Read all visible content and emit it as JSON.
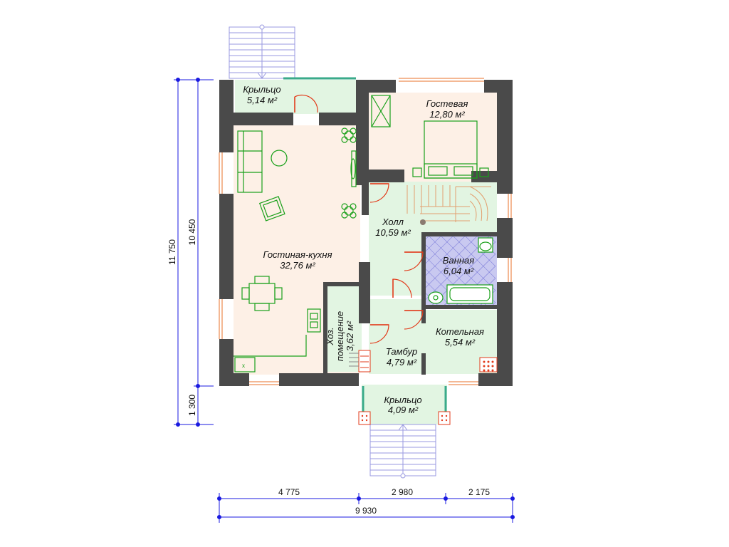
{
  "colors": {
    "wall": "#4a4a4a",
    "floor_main": "#fdf0e6",
    "floor_green": "#e2f5e2",
    "floor_bath": "#c9c9f0",
    "furniture": "#1aa01a",
    "door": "#e23a1a",
    "dimension": "#1a1ae0",
    "stairs": "#9a9ae0",
    "window": "#f0b080"
  },
  "rooms": [
    {
      "name": "Крыльцо",
      "area": "5,14 м²"
    },
    {
      "name": "Гостевая",
      "area": "12,80 м²"
    },
    {
      "name": "Холл",
      "area": "10,59 м²"
    },
    {
      "name": "Гостиная-кухня",
      "area": "32,76 м²"
    },
    {
      "name": "Ванная",
      "area": "6,04 м²"
    },
    {
      "name": "Хоз.",
      "name2": "помещение",
      "area": "3,62 м²"
    },
    {
      "name": "Котельная",
      "area": "5,54 м²"
    },
    {
      "name": "Тамбур",
      "area": "4,79 м²"
    },
    {
      "name": "Крыльцо",
      "area": "4,09 м²"
    }
  ],
  "dimensions": {
    "total_height": "11 750",
    "inner_height": "10 450",
    "porch_height": "1 300",
    "seg1": "4 775",
    "seg2": "2 980",
    "seg3": "2 175",
    "total_width": "9 930"
  },
  "misc": {
    "stove_mark": "x"
  }
}
